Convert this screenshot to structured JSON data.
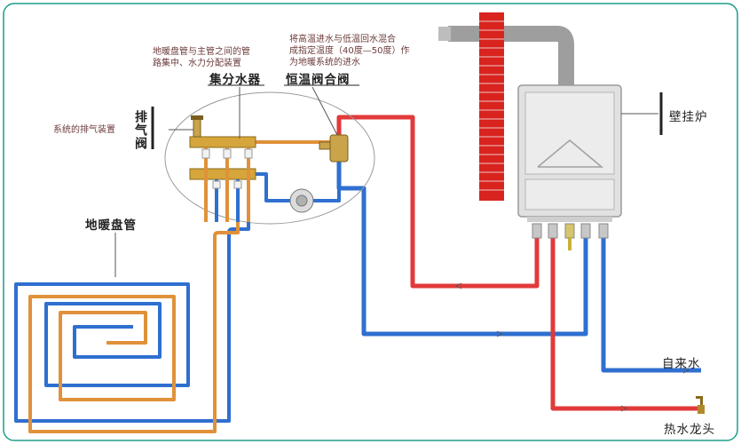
{
  "labels": {
    "note_manifold_line1": "地暖盘管与主管之间的管",
    "note_manifold_line2": "路集中、水力分配装置",
    "manifold": "集分水器",
    "note_valve_line1": "将高温进水与低温回水混合",
    "note_valve_line2": "成指定温度（40度—50度）作",
    "note_valve_line3": "为地暖系统的进水",
    "thermostatic_valve": "恒温阀合阀",
    "note_vent": "系统的排气装置",
    "vent_valve": "排气阀",
    "floor_coil": "地暖盘管",
    "boiler": "壁挂炉",
    "tap_water": "自来水",
    "hot_water_tap": "热水龙头"
  },
  "colors": {
    "hot_pipe": "#e23a3a",
    "cold_pipe": "#2f6fd0",
    "coil_orange": "#e0913a",
    "chimney": "#d8231f",
    "boiler_body": "#e1e1e1",
    "frame": "#1f9d8a"
  }
}
